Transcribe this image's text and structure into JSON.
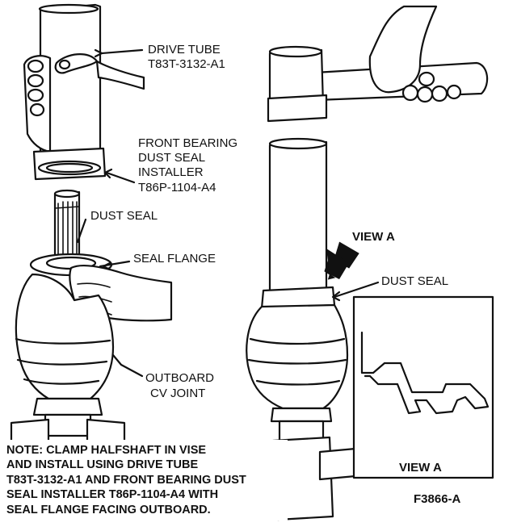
{
  "labels": {
    "drive_tube": "DRIVE TUBE",
    "drive_tube_part": "T83T-3132-A1",
    "installer_line1": "FRONT BEARING",
    "installer_line2": "DUST SEAL",
    "installer_line3": "INSTALLER",
    "installer_part": "T86P-1104-A4",
    "dust_seal_left": "DUST SEAL",
    "seal_flange": "SEAL FLANGE",
    "outboard_line1": "OUTBOARD",
    "outboard_line2": "CV JOINT",
    "view_a_pointer": "VIEW A",
    "dust_seal_right": "DUST SEAL",
    "view_a_inset": "VIEW A",
    "figure_number": "F3866-A"
  },
  "note": {
    "lines": [
      "NOTE: CLAMP HALFSHAFT IN VISE",
      "AND INSTALL USING DRIVE TUBE",
      "T83T-3132-A1 AND FRONT BEARING DUST",
      "SEAL INSTALLER T86P-1104-A4 WITH",
      "SEAL FLANGE FACING OUTBOARD."
    ]
  }
}
